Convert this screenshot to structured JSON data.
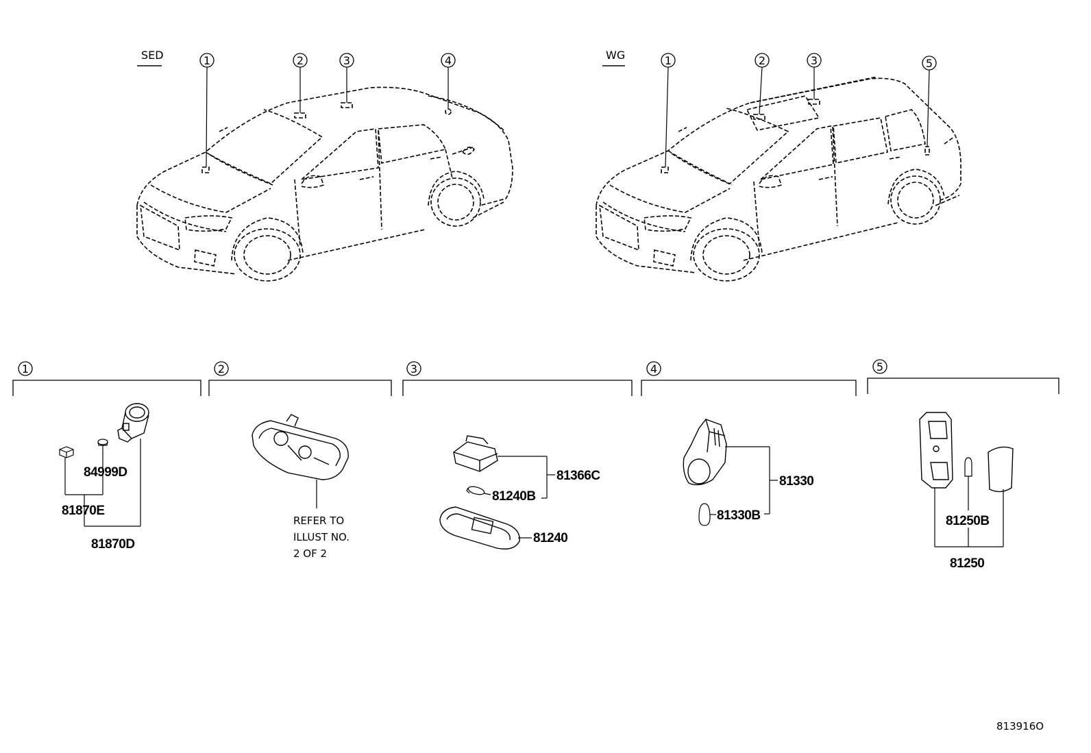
{
  "variants": {
    "sedan_label": "SED",
    "wagon_label": "WG"
  },
  "callouts": {
    "c1": "1",
    "c2": "2",
    "c3": "3",
    "c4": "4",
    "c5": "5"
  },
  "sections": {
    "s1": {
      "number": "1",
      "parts": [
        "84999D",
        "81870E",
        "81870D"
      ]
    },
    "s2": {
      "number": "2",
      "note_lines": [
        "REFER TO",
        "ILLUST NO.",
        "2 OF 2"
      ]
    },
    "s3": {
      "number": "3",
      "parts": [
        "81366C",
        "81240B",
        "81240"
      ]
    },
    "s4": {
      "number": "4",
      "parts": [
        "81330",
        "81330B"
      ]
    },
    "s5": {
      "number": "5",
      "parts": [
        "81250B",
        "81250"
      ]
    }
  },
  "illustration_code": "813916O"
}
